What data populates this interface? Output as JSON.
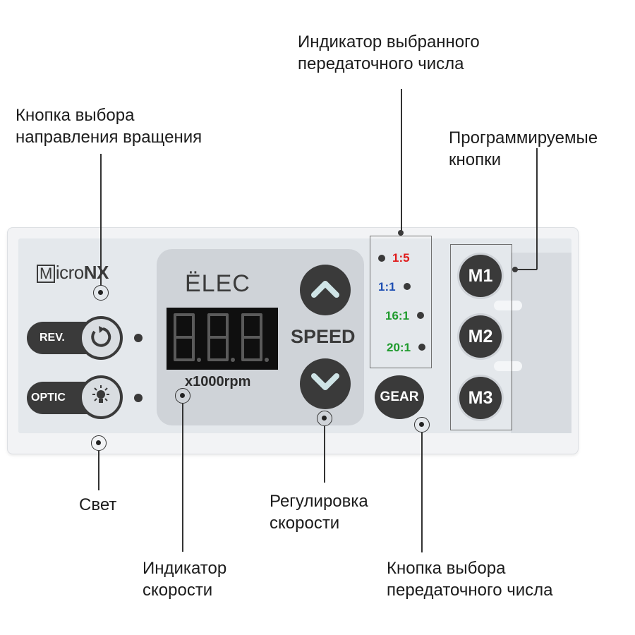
{
  "callouts": {
    "gear_indicator": "Индикатор выбранного\nпередаточного числа",
    "rotation_button": "Кнопка выбора\nнаправления вращения",
    "programmable": "Программируемые\nкнопки",
    "light": "Свет",
    "speed_control": "Регулировка\nскорости",
    "speed_indicator": "Индикатор\nскорости",
    "gear_button": "Кнопка выбора\nпередаточного числа"
  },
  "panel": {
    "brand_m": "M",
    "brand_rest": "icro",
    "brand_nx": "NX",
    "logo": "ËLEC",
    "display_unit": "x1000rpm",
    "speed_label": "SPEED",
    "rev_label": "REV.",
    "optic_label": "OPTIC",
    "gear_label": "GEAR",
    "ratios": [
      "1:5",
      "1:1",
      "16:1",
      "20:1"
    ],
    "memory_buttons": [
      "M1",
      "M2",
      "M3"
    ]
  },
  "colors": {
    "ratio_1_5": "#e01b1b",
    "ratio_1_1": "#1e4fb3",
    "ratio_16_1": "#1e9a2c",
    "ratio_20_1": "#1e9a2c",
    "button_dark": "#3a3a3a"
  },
  "icons": {
    "rev": "rotate-ccw-icon",
    "optic": "lightbulb-icon",
    "speed_up": "chevron-up-icon",
    "speed_down": "chevron-down-icon"
  }
}
